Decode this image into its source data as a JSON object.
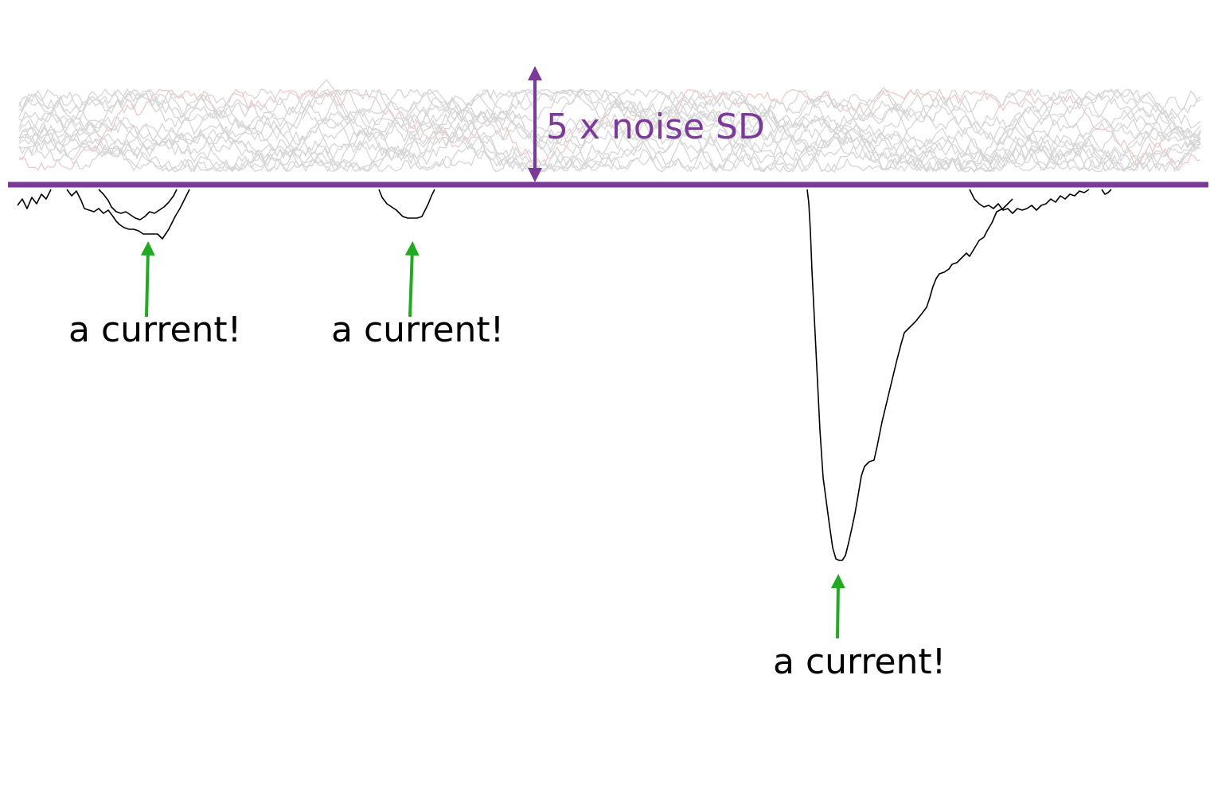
{
  "annotations": {
    "threshold_label": "5 x noise SD",
    "current_label_1": "a current!",
    "current_label_2": "a current!",
    "current_label_3": "a current!"
  },
  "colors": {
    "threshold": "#7b3a99",
    "arrow": "#22aa22",
    "noise": "#d4d4d4",
    "trace": "#000000"
  }
}
